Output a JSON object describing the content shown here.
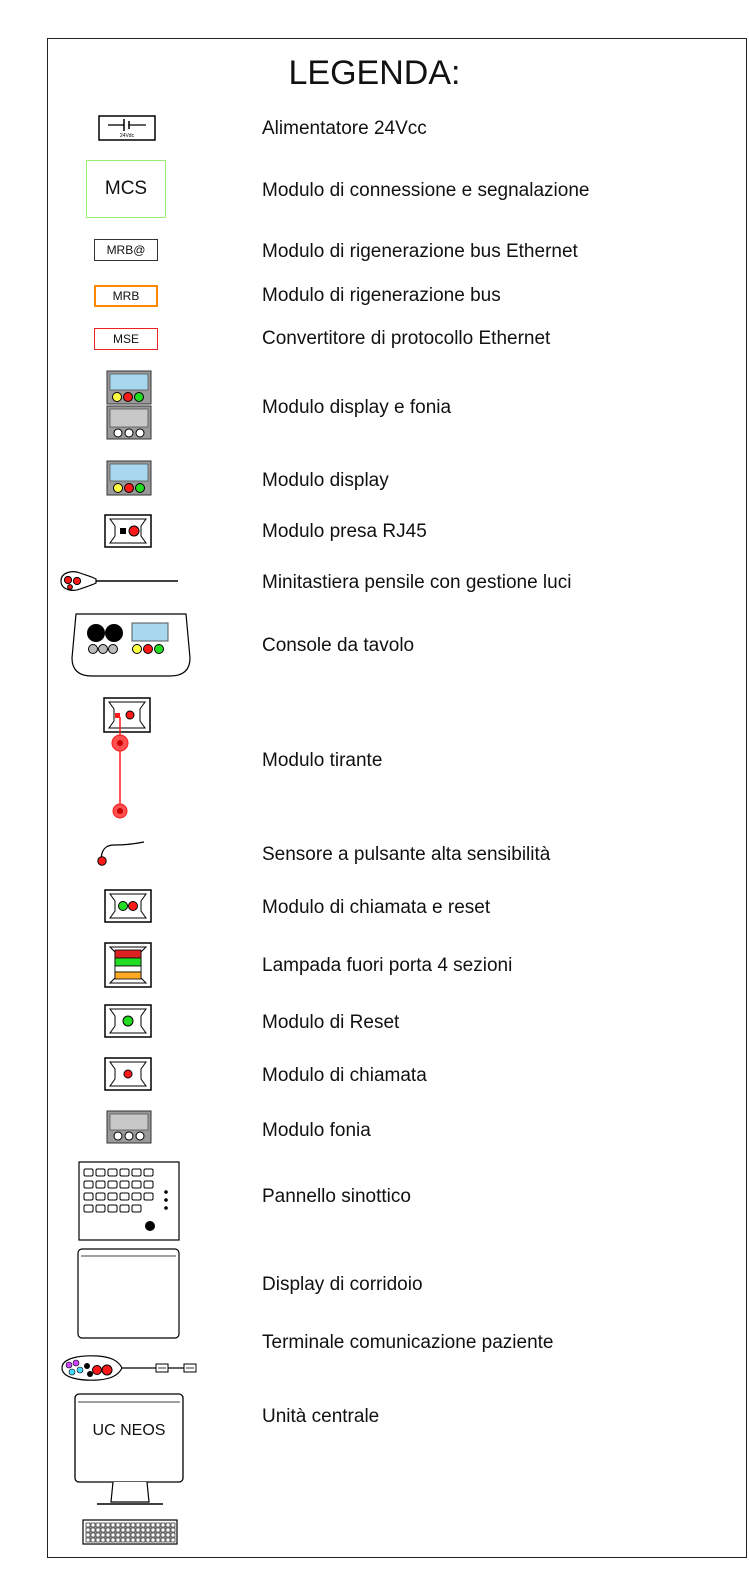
{
  "legend": {
    "title": "LEGENDA:",
    "items": [
      {
        "label": "Alimentatore 24Vcc",
        "icon": "power-supply-icon",
        "icon_text": "24Vdc"
      },
      {
        "label": "Modulo di connessione e segnalazione",
        "icon": "mcs-box-icon",
        "icon_text": "MCS"
      },
      {
        "label": "Modulo di rigenerazione bus Ethernet",
        "icon": "mrb-ethernet-box-icon",
        "icon_text": "MRB@"
      },
      {
        "label": "Modulo di rigenerazione bus",
        "icon": "mrb-box-icon",
        "icon_text": "MRB"
      },
      {
        "label": "Convertitore di protocollo Ethernet",
        "icon": "mse-box-icon",
        "icon_text": "MSE"
      },
      {
        "label": "Modulo display e fonia",
        "icon": "display-audio-module-icon"
      },
      {
        "label": "Modulo display",
        "icon": "display-module-icon"
      },
      {
        "label": "Modulo presa RJ45",
        "icon": "rj45-socket-icon"
      },
      {
        "label": "Minitastiera pensile con gestione luci",
        "icon": "pendant-keypad-icon"
      },
      {
        "label": "Console da tavolo",
        "icon": "desk-console-icon"
      },
      {
        "label": "Modulo tirante",
        "icon": "pull-cord-module-icon"
      },
      {
        "label": "Sensore a pulsante alta sensibilità",
        "icon": "sensitive-button-sensor-icon"
      },
      {
        "label": "Modulo di chiamata e reset",
        "icon": "call-reset-module-icon"
      },
      {
        "label": "Lampada fuori porta 4 sezioni",
        "icon": "door-lamp-icon"
      },
      {
        "label": "Modulo di Reset",
        "icon": "reset-module-icon"
      },
      {
        "label": "Modulo di chiamata",
        "icon": "call-module-icon"
      },
      {
        "label": "Modulo fonia",
        "icon": "audio-module-icon"
      },
      {
        "label": "Pannello sinottico",
        "icon": "synoptic-panel-icon"
      },
      {
        "label": "Display di corridoio",
        "icon": "corridor-display-icon"
      },
      {
        "label": "Terminale comunicazione paziente",
        "icon": "patient-terminal-icon"
      },
      {
        "label": "Unità centrale",
        "icon": "central-unit-icon",
        "icon_text": "UC NEOS"
      }
    ]
  },
  "colors": {
    "red": "#ff1a1a",
    "green": "#22dd22",
    "yellow": "#ffff44",
    "orange": "#ff8800",
    "light-green": "#99ee77",
    "display-blue": "#a8d8f0",
    "grey": "#9a9a9a"
  }
}
